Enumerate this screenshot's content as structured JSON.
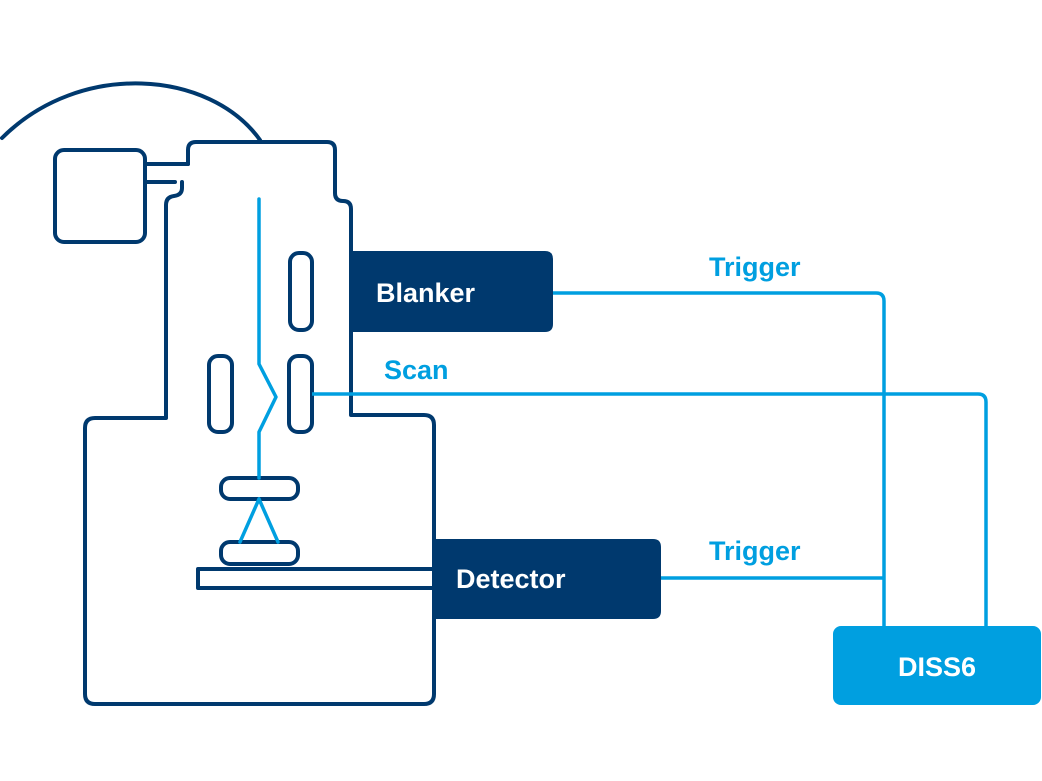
{
  "diagram": {
    "labels": {
      "blanker": "Blanker",
      "detector": "Detector",
      "diss6": "DISS6",
      "trigger_top": "Trigger",
      "scan": "Scan",
      "trigger_bottom": "Trigger"
    },
    "colors": {
      "dark_blue": "#00396e",
      "light_blue": "#009fe0",
      "background": "#ffffff"
    }
  }
}
